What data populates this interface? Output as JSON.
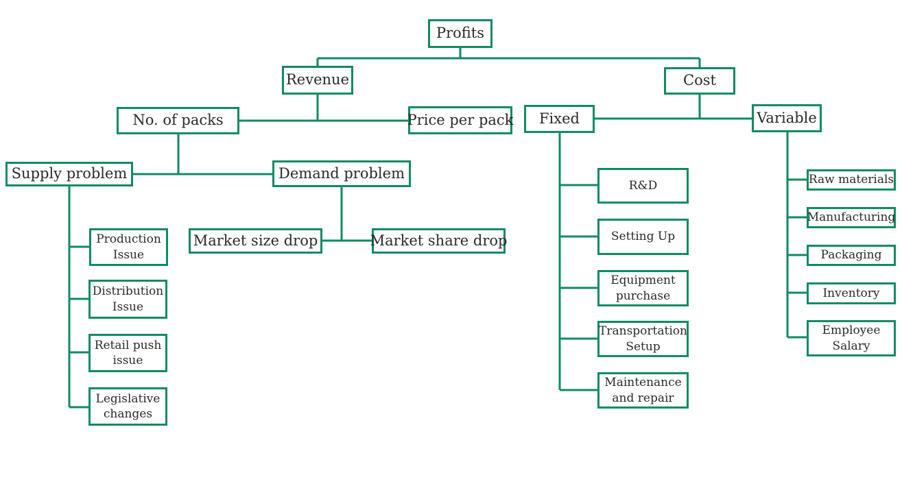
{
  "nodes": {
    "profits": "Profits",
    "revenue": "Revenue",
    "cost": "Cost",
    "packs": "No. of packs",
    "price": "Price per pack",
    "fixed": "Fixed",
    "variable": "Variable",
    "supply": "Supply problem",
    "demand": "Demand problem",
    "production": [
      "Production",
      "Issue"
    ],
    "distribution": [
      "Distribution",
      "Issue"
    ],
    "retail": [
      "Retail push",
      "issue"
    ],
    "legislative": [
      "Legislative",
      "changes"
    ],
    "market_size": "Market size drop",
    "market_share": "Market share drop",
    "rd": "R&D",
    "setting_up": "Setting Up",
    "equipment": [
      "Equipment",
      "purchase"
    ],
    "transportation": [
      "Transportation",
      "Setup"
    ],
    "maintenance": [
      "Maintenance",
      "and repair"
    ],
    "raw": "Raw materials",
    "manufacturing": "Manufacturing",
    "packaging": "Packaging",
    "inventory": "Inventory",
    "salary": [
      "Employee",
      "Salary"
    ]
  },
  "colors": {
    "line": "#0e8a64",
    "text": "#2a2a2a",
    "background": "#ffffff"
  }
}
